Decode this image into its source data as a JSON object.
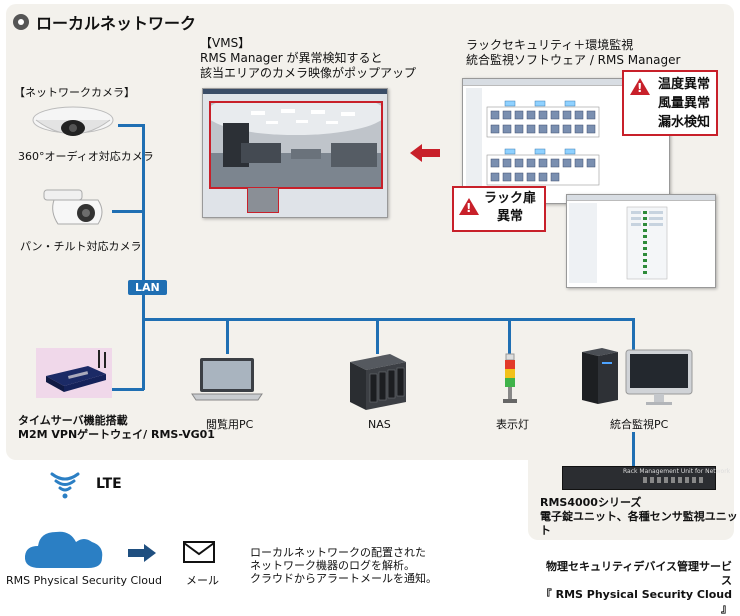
{
  "section_title": "ローカルネットワーク",
  "vms": {
    "line1": "【VMS】",
    "line2": "RMS Manager が異常検知すると",
    "line3": "該当エリアのカメラ映像がポップアップ"
  },
  "rack": {
    "line1": "ラックセキュリティ＋環境監視",
    "line2": "統合監視ソフトウェア / RMS Manager",
    "alerts": [
      "温度異常",
      "風量異常",
      "漏水検知"
    ],
    "door_alert_1": "ラック扉",
    "door_alert_2": "異常"
  },
  "cameras": {
    "heading": "【ネットワークカメラ】",
    "cam1": "360°オーディオ対応カメラ",
    "cam2": "パン・チルト対応カメラ"
  },
  "lan_label": "LAN",
  "devices": {
    "router_line1": "タイムサーバ機能搭載",
    "router_line2": "M2M VPNゲートウェイ/ RMS-VG01",
    "pc": "閲覧用PC",
    "nas": "NAS",
    "lamp": "表示灯",
    "monitor_pc": "統合監視PC",
    "rms4000_line1": "RMS4000シリーズ",
    "rms4000_line2": "電子錠ユニット、各種センサ監視ユニット",
    "rms4000_panel": "Rack Management Unit for Network"
  },
  "lte_label": "LTE",
  "cloud_label": "RMS Physical Security Cloud",
  "mail_label": "メール",
  "description": {
    "line1": "ローカルネットワークの配置された",
    "line2": "ネットワーク機器のログを解析。",
    "line3": "クラウドからアラートメールを通知。"
  },
  "service": {
    "line1": "物理セキュリティデバイス管理サービス",
    "line2": "『 RMS Physical Security Cloud 』"
  },
  "colors": {
    "lan_blue": "#1f6fb3",
    "alert_red": "#c8202a",
    "cloud_blue": "#2b7fc4"
  }
}
